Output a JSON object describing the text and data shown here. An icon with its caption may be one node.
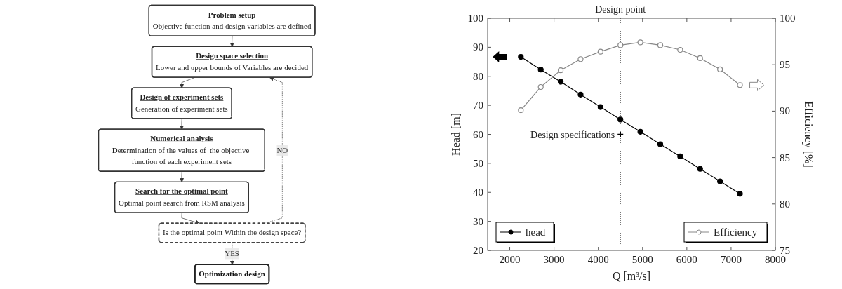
{
  "diagram": {
    "nodes": [
      {
        "text": [
          "Problem setup",
          "Objective function and design variables are defined"
        ]
      },
      {
        "text": [
          "Design space selection",
          "Lower and upper bounds of  Variables are decided"
        ]
      },
      {
        "text": [
          "Design of experiment sets",
          "Generation of experiment sets"
        ]
      },
      {
        "text": [
          "Numerical analysis",
          "Determination of the values of  the objective function of each experiment sets"
        ]
      },
      {
        "text": [
          "Search for the optimal point",
          "Optimal point search from RSM analysis"
        ]
      },
      {
        "text": [
          "Is the optimal point Within the design space?"
        ]
      },
      {
        "text": [
          "Optimization design"
        ]
      }
    ],
    "edges": [
      {
        "from": 0,
        "to": 1,
        "arrow": "to"
      },
      {
        "from": 1,
        "to": 2,
        "arrow": "to"
      },
      {
        "from": 2,
        "to": 3,
        "arrow": "to"
      },
      {
        "from": 3,
        "to": 4,
        "arrow": "to"
      },
      {
        "from": 4,
        "to": 5,
        "arrow": "to"
      },
      {
        "from": 5,
        "to": 1,
        "arrow": "to",
        "label": "NO",
        "style": "dashed"
      },
      {
        "from": 5,
        "to": 6,
        "arrow": "to",
        "label": "YES",
        "style": "dashed"
      }
    ],
    "chart_data": {
      "type": "line",
      "xlabel": "Q [m³/s]",
      "ylabel": "Head [m]",
      "y2label": "Efficiency [%]",
      "x": [
        2250,
        2700,
        3150,
        3600,
        4050,
        4500,
        4950,
        5400,
        5850,
        6300,
        6750,
        7200
      ],
      "series": [
        {
          "name": "head",
          "color": "#000000",
          "marker": "filled-circle",
          "values": [
            86.7,
            82.3,
            78.1,
            73.7,
            69.4,
            65.1,
            60.9,
            56.6,
            52.4,
            48.1,
            43.8,
            39.5
          ]
        },
        {
          "name": "Efficiency",
          "color": "#888888",
          "marker": "open-circle",
          "axis": "y2",
          "values": [
            90.1,
            92.6,
            94.4,
            95.6,
            96.4,
            97.1,
            97.4,
            97.1,
            96.6,
            95.7,
            94.5,
            92.8
          ]
        }
      ],
      "xlim": [
        1500,
        8000
      ],
      "ylim": [
        20,
        100
      ],
      "y2lim": [
        75,
        100
      ],
      "xticks": [
        2000,
        3000,
        4000,
        5000,
        6000,
        7000,
        8000
      ],
      "yticks": [
        20,
        30,
        40,
        50,
        60,
        70,
        80,
        90,
        100
      ],
      "y2ticks": [
        75,
        80,
        85,
        90,
        95,
        100
      ],
      "legend": true,
      "ref_lines": [
        {
          "axis": "x",
          "value": 4500,
          "label": "Design point"
        }
      ],
      "annotations": [
        "Design specifications"
      ]
    }
  }
}
